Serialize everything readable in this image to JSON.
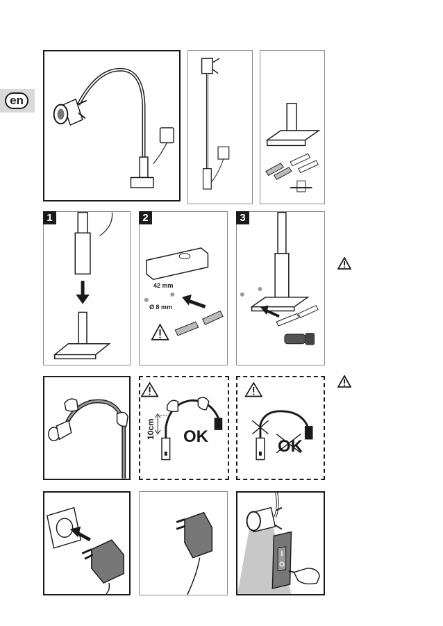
{
  "language_tab": {
    "label": "en"
  },
  "steps": [
    {
      "number": "1"
    },
    {
      "number": "2"
    },
    {
      "number": "3"
    }
  ],
  "dimensions": {
    "hole_spacing": "42 mm",
    "hole_diameter": "Ø 8 mm",
    "bend_distance": "10cm"
  },
  "bend_guidance": {
    "correct_label": "OK",
    "wrong_label": "OK"
  },
  "colors": {
    "line": "#1a1a1a",
    "tab_background": "#d9d9d9",
    "panel_border_light": "#8a8a8a",
    "light_beam": "#c8c8c8"
  },
  "icons": [
    "warning-icon",
    "hand-icon",
    "arrow-icon",
    "power-plug-icon",
    "wall-socket-icon",
    "spirit-level-icon",
    "wall-plug-icon",
    "screw-icon",
    "light-switch-icon"
  ]
}
